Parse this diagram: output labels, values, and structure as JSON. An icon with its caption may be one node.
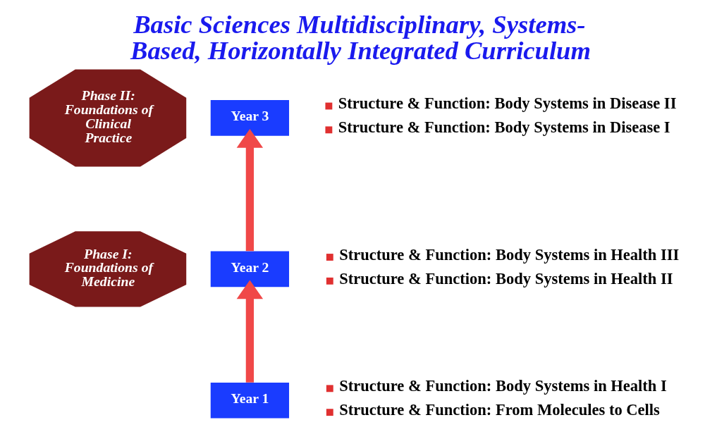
{
  "diagram": {
    "title": "Basic Sciences Multidisciplinary, Systems-Based, Horizontally Integrated Curriculum",
    "nodes": [
      {
        "text": [
          "Phase II: Foundations of Clinical Practice"
        ]
      },
      {
        "text": [
          "Year 3"
        ],
        "beside": [
          "Structure & Function: Body Systems in Disease II",
          "Structure & Function: Body Systems in Disease I"
        ]
      },
      {
        "text": [
          "Phase I: Foundations of Medicine"
        ]
      },
      {
        "text": [
          "Year 2"
        ],
        "beside": [
          "Structure & Function: Body Systems in Health III",
          "Structure & Function: Body Systems in Health II"
        ]
      },
      {
        "text": [
          "Year 1"
        ],
        "beside": [
          "Structure & Function: Body Systems in Health I",
          "Structure & Function: From Molecules to Cells"
        ]
      }
    ],
    "edges": [
      {
        "from": 4,
        "to": 3,
        "arrow": "to"
      },
      {
        "from": 3,
        "to": 1,
        "arrow": "to"
      }
    ]
  }
}
